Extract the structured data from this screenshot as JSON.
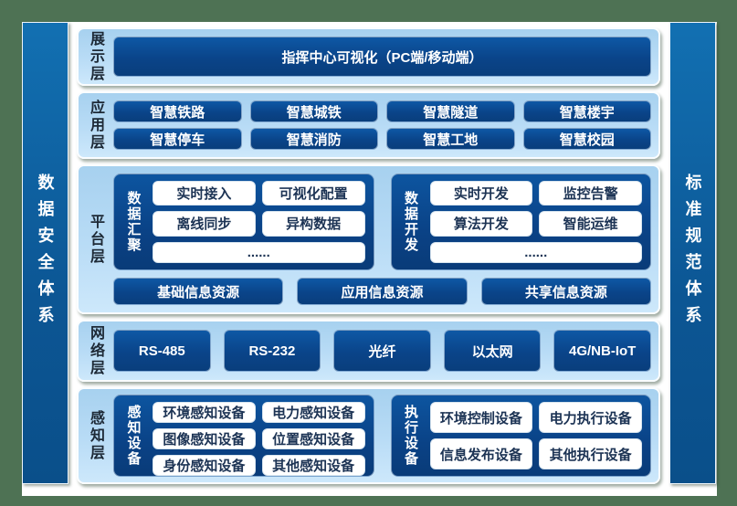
{
  "sidebars": {
    "left": "数据安全体系",
    "right": "标准规范体系"
  },
  "layers": {
    "display": {
      "label": "展示层",
      "title": "指挥中心可视化（PC端/移动端）"
    },
    "application": {
      "label": "应用层",
      "items": [
        "智慧铁路",
        "智慧城铁",
        "智慧隧道",
        "智慧楼宇",
        "智慧停车",
        "智慧消防",
        "智慧工地",
        "智慧校园"
      ]
    },
    "platform": {
      "label": "平台层",
      "groups": [
        {
          "label": "数据汇聚",
          "items": [
            "实时接入",
            "可视化配置",
            "离线同步",
            "异构数据",
            "......"
          ]
        },
        {
          "label": "数据开发",
          "items": [
            "实时开发",
            "监控告警",
            "算法开发",
            "智能运维",
            "......"
          ]
        }
      ],
      "resources": [
        "基础信息资源",
        "应用信息资源",
        "共享信息资源"
      ]
    },
    "network": {
      "label": "网络层",
      "items": [
        "RS-485",
        "RS-232",
        "光纤",
        "以太网",
        "4G/NB-IoT"
      ]
    },
    "perception": {
      "label": "感知层",
      "groups": [
        {
          "label": "感知设备",
          "items": [
            "环境感知设备",
            "电力感知设备",
            "图像感知设备",
            "位置感知设备",
            "身份感知设备",
            "其他感知设备"
          ]
        },
        {
          "label": "执行设备",
          "items": [
            "环境控制设备",
            "电力执行设备",
            "信息发布设备",
            "其他执行设备"
          ]
        }
      ]
    }
  },
  "colors": {
    "border_green": "#4e7254",
    "sidebar_blue": "#0c5694",
    "panel_light_blue": "#b9dcf6",
    "box_dark_blue": "#0a4489",
    "box_text": "#ffffff",
    "white_box_text": "#1c3354",
    "layer_label_text": "#1d2936"
  }
}
